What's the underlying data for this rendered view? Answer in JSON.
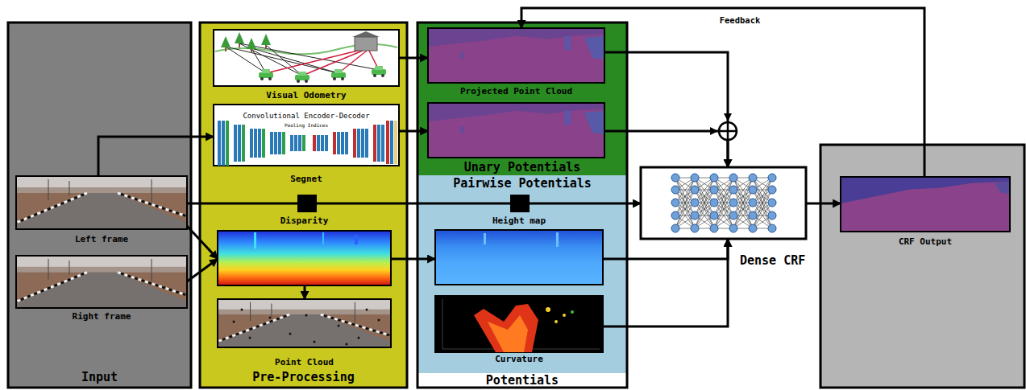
{
  "diagram": {
    "nodes": [
      {
        "text": [
          "Input"
        ]
      },
      {
        "text": [
          "Left frame"
        ],
        "in": 0
      },
      {
        "text": [
          "Right frame"
        ],
        "in": 0
      },
      {
        "text": [
          "Pre-Processing"
        ]
      },
      {
        "text": [
          "Visual Odometry"
        ],
        "in": 3
      },
      {
        "text": [
          "Segnet"
        ],
        "in": 3
      },
      {
        "text": [
          "Disparity"
        ],
        "in": 3
      },
      {
        "text": [
          "Point Cloud"
        ],
        "in": 3
      },
      {
        "text": [
          "Potentials"
        ]
      },
      {
        "text": [
          "Unary Potentials"
        ],
        "in": 8
      },
      {
        "text": [
          "Projected Point Cloud"
        ],
        "in": 9
      },
      {
        "text": [],
        "in": 9
      },
      {
        "text": [
          "Pairwise Potentials"
        ],
        "in": 8
      },
      {
        "text": [
          "Height map"
        ],
        "in": 12
      },
      {
        "text": [
          "Curvature"
        ],
        "in": 12
      },
      {
        "text": [
          "Dense CRF"
        ]
      },
      {
        "text": [
          "CRF Output"
        ]
      }
    ],
    "edges": [
      {
        "from": 4,
        "to": 10,
        "arrow": "to"
      },
      {
        "from": 1,
        "to": 5,
        "arrow": "to"
      },
      {
        "from": 5,
        "to": 11,
        "arrow": "to"
      },
      {
        "from": 1,
        "to": 6,
        "arrow": "to"
      },
      {
        "from": 2,
        "to": 6,
        "arrow": "to"
      },
      {
        "from": 1,
        "to": 15,
        "arrow": "to"
      },
      {
        "from": 6,
        "to": 13,
        "arrow": "to"
      },
      {
        "from": 6,
        "to": 7,
        "arrow": "to"
      },
      {
        "from": 10,
        "to": 15,
        "arrow": "to"
      },
      {
        "from": 11,
        "to": 15,
        "arrow": "to"
      },
      {
        "from": 13,
        "to": 15,
        "arrow": "to"
      },
      {
        "from": 14,
        "to": 15,
        "arrow": "to"
      },
      {
        "from": 15,
        "to": 16,
        "arrow": "to"
      },
      {
        "from": 16,
        "to": 10,
        "arrow": "to",
        "label": "Feedback"
      }
    ],
    "labels": [
      "Convolutional Encoder-Decoder",
      "Pooling Indices"
    ]
  }
}
